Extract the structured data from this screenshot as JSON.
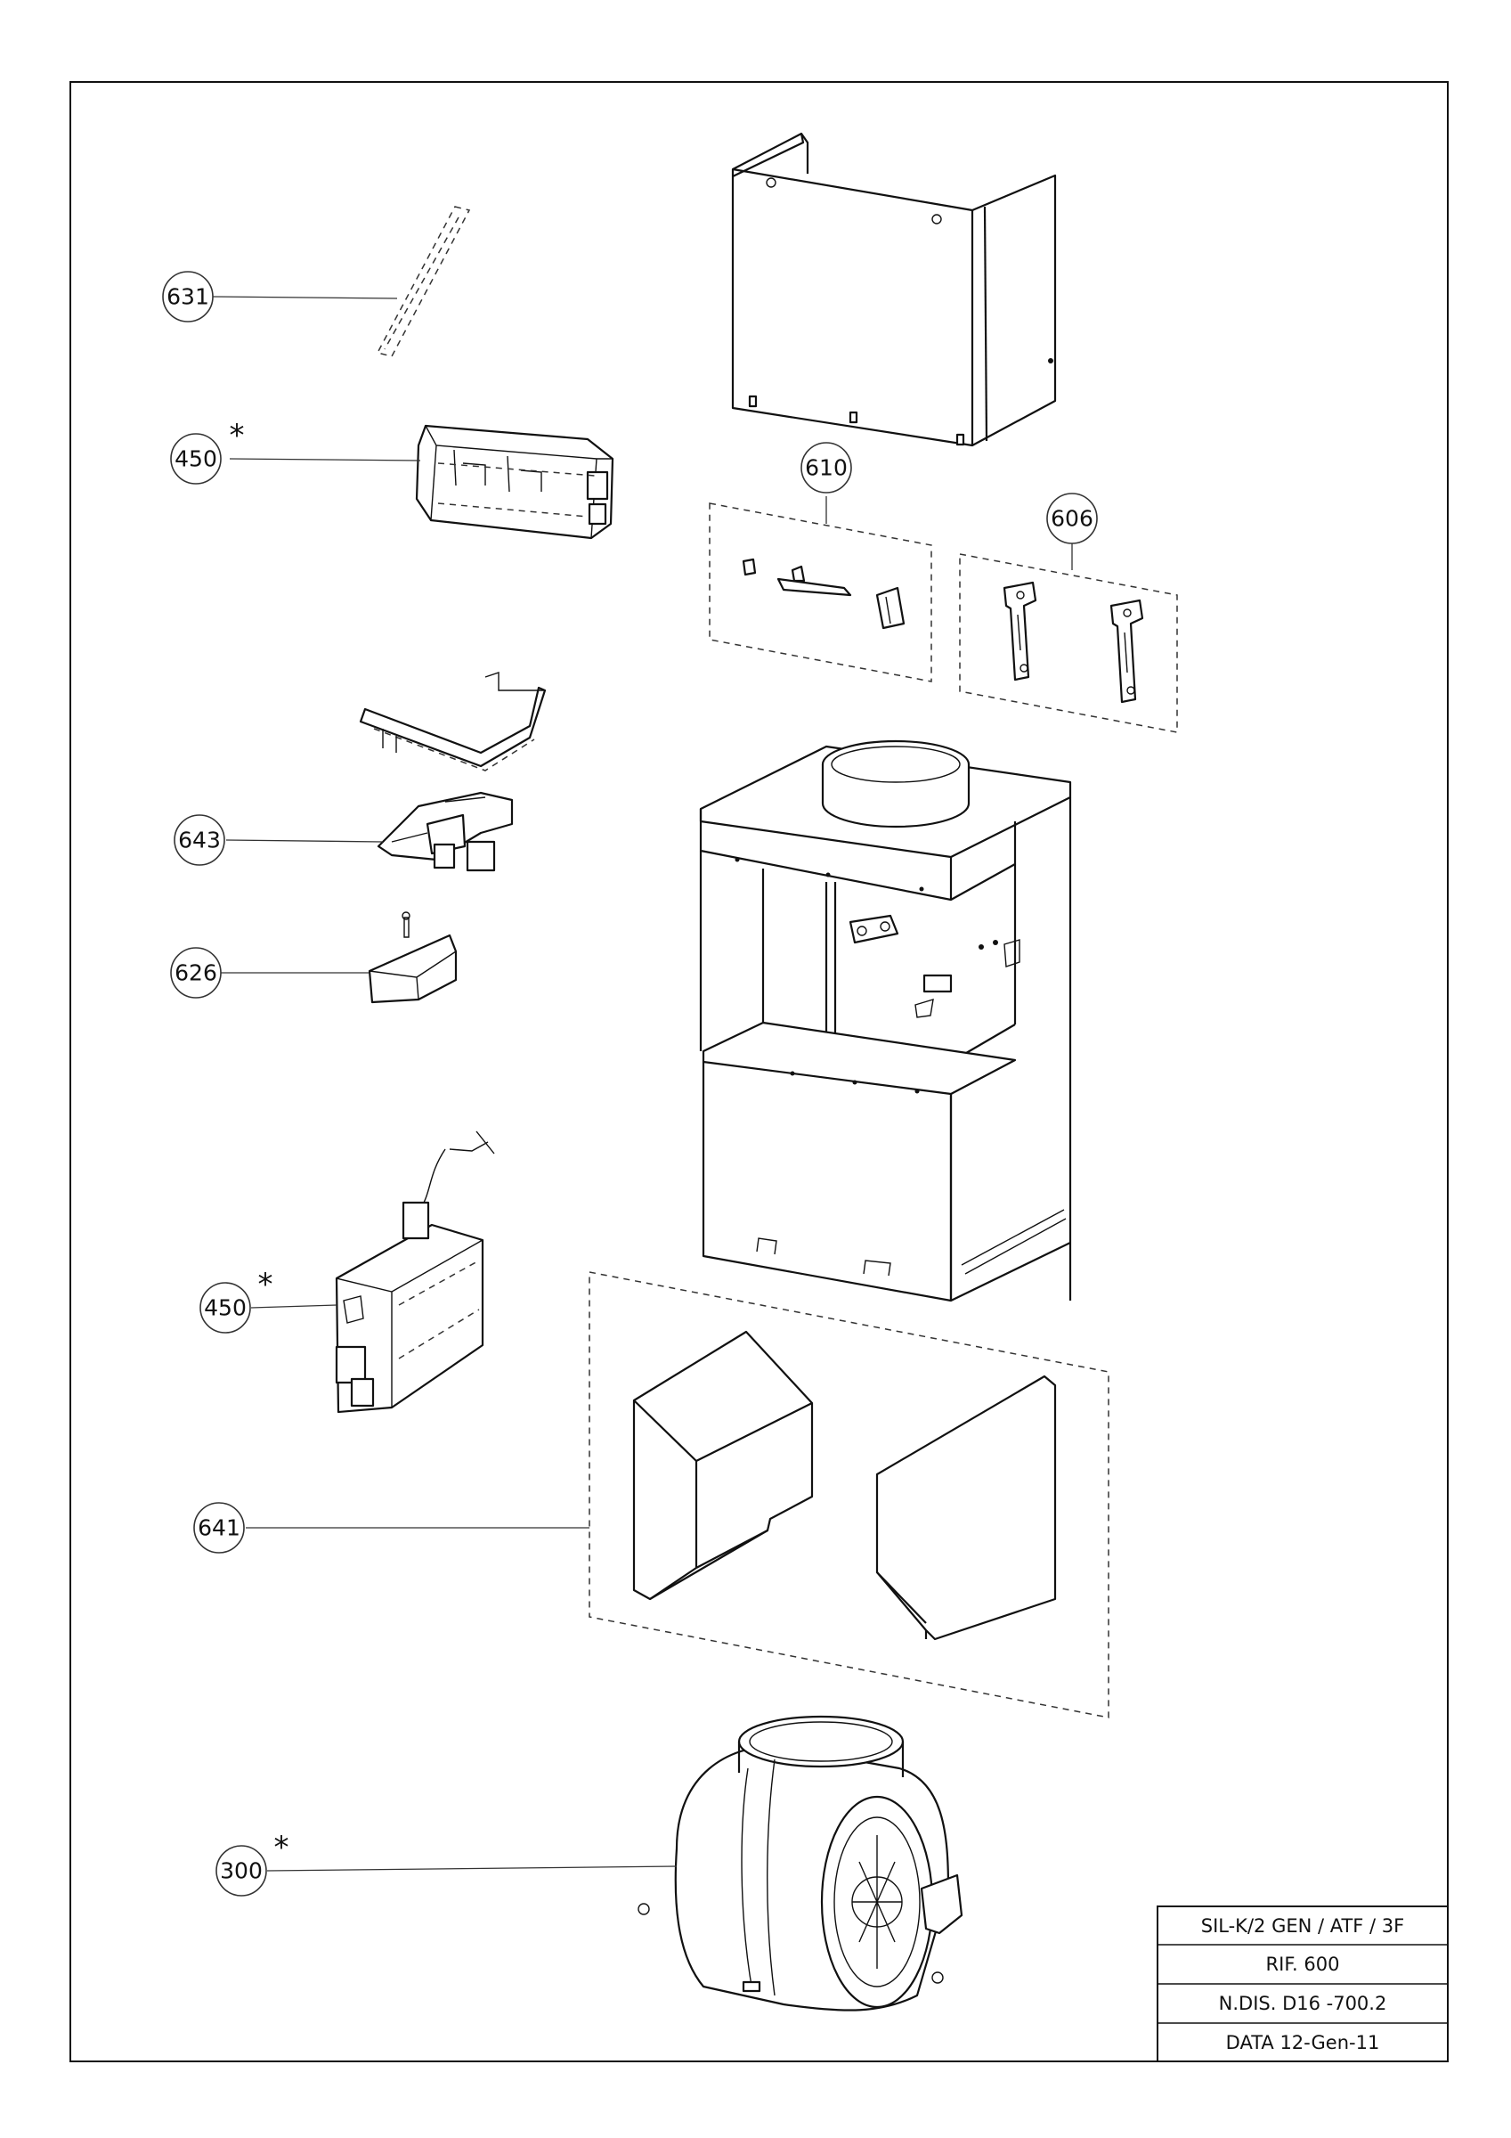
{
  "callouts": [
    {
      "id": "631",
      "label": "631",
      "star": false
    },
    {
      "id": "450a",
      "label": "450",
      "star": true
    },
    {
      "id": "610",
      "label": "610",
      "star": false
    },
    {
      "id": "606",
      "label": "606",
      "star": false
    },
    {
      "id": "643",
      "label": "643",
      "star": false
    },
    {
      "id": "626",
      "label": "626",
      "star": false
    },
    {
      "id": "450b",
      "label": "450",
      "star": true
    },
    {
      "id": "641",
      "label": "641",
      "star": false
    },
    {
      "id": "300",
      "label": "300",
      "star": true
    }
  ],
  "asterisk": "*",
  "title_block": {
    "model": "SIL-K/2 GEN  /  ATF  /  3F",
    "rif": "RIF.   600",
    "ndis": "N.DIS.  D16 -700.2",
    "data": "DATA  12-Gen-11"
  }
}
